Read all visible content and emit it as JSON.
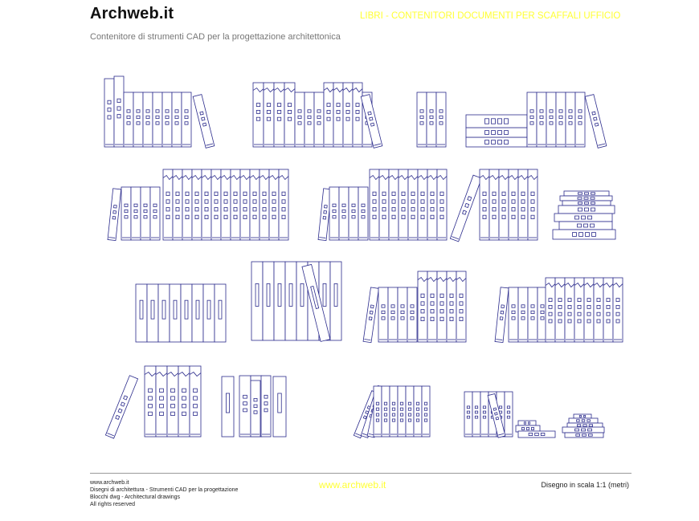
{
  "header": {
    "logo": "Archweb.it",
    "title": "LIBRI - CONTENITORI DOCUMENTI PER SCAFFALI UFFICIO",
    "subtitle": "Contenitore di strumenti CAD per la progettazione architettonica"
  },
  "footer": {
    "lines": [
      "www.archweb.it",
      "Disegni di architettura - Strumenti CAD  per la progettazione",
      "Blocchi dwg - Architectural drawings",
      " All rights reserved"
    ],
    "website": "www.archweb.it",
    "scale": "Disegno in scala 1:1 (metri)"
  },
  "colors": {
    "line": "#2b2b8c",
    "accent_yellow": "#ffff33"
  }
}
